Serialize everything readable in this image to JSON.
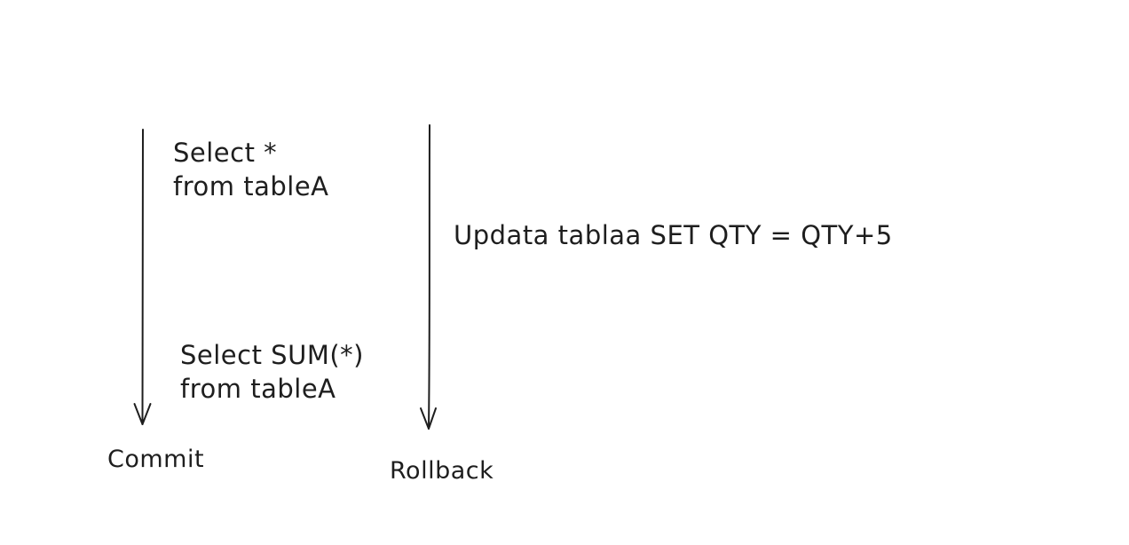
{
  "transaction_1": {
    "query_1": {
      "line_1": "Select *",
      "line_2": "from tableA"
    },
    "query_2": {
      "line_1": "Select SUM(*)",
      "line_2": "from tableA"
    },
    "end_label": "Commit"
  },
  "transaction_2": {
    "query": "Updata tablaa SET QTY = QTY+5",
    "end_label": "Rollback"
  },
  "colors": {
    "stroke": "#1e1e1e",
    "background": "#ffffff"
  }
}
